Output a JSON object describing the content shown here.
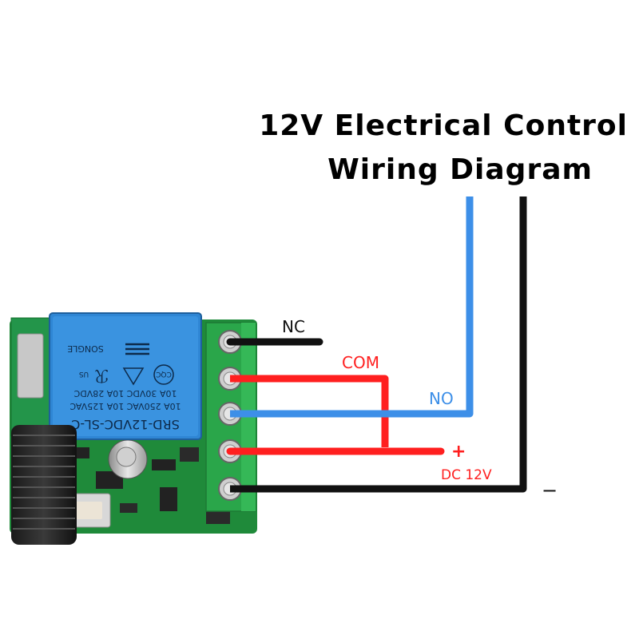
{
  "title": {
    "line1": "12V Electrical Control",
    "line2": "Wiring Diagram"
  },
  "labels": {
    "nc": "NC",
    "com": "COM",
    "no": "NO",
    "plus": "+",
    "dc": "DC 12V",
    "minus": "−"
  },
  "relay": {
    "model": "SRD-12VDC-SL-C",
    "rating_1": "10A 250VAC 10A 125VAC",
    "rating_2": "10A 30VDC 10A 28VDC",
    "brand": "SONGLE",
    "cert_cqc": "CQC",
    "cert_us": "US"
  },
  "colors": {
    "red_wire": "#ff1f1f",
    "blue_wire": "#3d8fe8",
    "black_wire": "#111111",
    "terminal_green": "#2aa64a",
    "pcb_green": "#1f8a3a",
    "relay_blue": "#2f86d4"
  }
}
